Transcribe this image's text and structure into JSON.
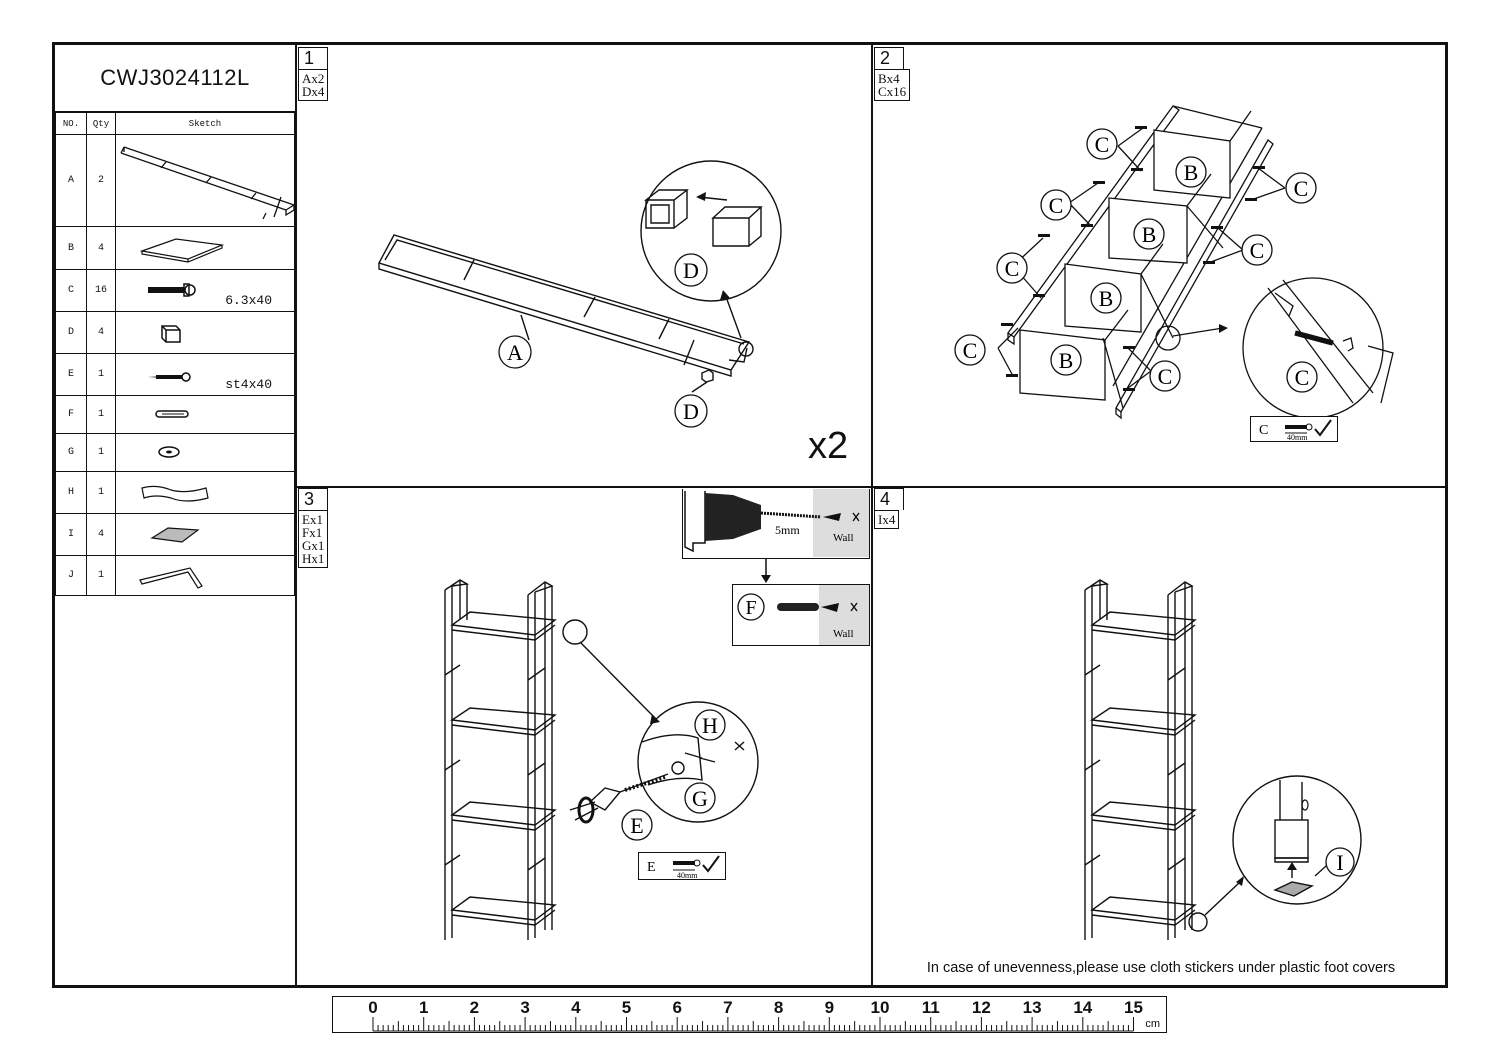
{
  "model": "CWJ3024112L",
  "parts_table": {
    "headers": [
      "NO.",
      "Qty",
      "Sketch"
    ],
    "rows": [
      {
        "no": "A",
        "qty": "2",
        "size": ""
      },
      {
        "no": "B",
        "qty": "4",
        "size": ""
      },
      {
        "no": "C",
        "qty": "16",
        "size": "6.3x40"
      },
      {
        "no": "D",
        "qty": "4",
        "size": ""
      },
      {
        "no": "E",
        "qty": "1",
        "size": "st4x40"
      },
      {
        "no": "F",
        "qty": "1",
        "size": ""
      },
      {
        "no": "G",
        "qty": "1",
        "size": ""
      },
      {
        "no": "H",
        "qty": "1",
        "size": ""
      },
      {
        "no": "I",
        "qty": "4",
        "size": ""
      },
      {
        "no": "J",
        "qty": "1",
        "size": ""
      }
    ]
  },
  "steps": [
    {
      "number": "1",
      "parts": [
        "Ax2",
        "Dx4"
      ],
      "multiplier": "x2"
    },
    {
      "number": "2",
      "parts": [
        "Bx4",
        "Cx16"
      ]
    },
    {
      "number": "3",
      "parts": [
        "Ex1",
        "Fx1",
        "Gx1",
        "Hx1"
      ]
    },
    {
      "number": "4",
      "parts": [
        "Ix4"
      ]
    }
  ],
  "labels": {
    "A": "A",
    "B": "B",
    "C": "C",
    "D": "D",
    "E": "E",
    "F": "F",
    "G": "G",
    "H": "H",
    "I": "I",
    "drill_size": "5mm",
    "wall": "Wall",
    "screw_length": "40mm"
  },
  "note": "In case of unevenness,please use cloth stickers under plastic foot covers",
  "ruler": {
    "numbers": [
      "0",
      "1",
      "2",
      "3",
      "4",
      "5",
      "6",
      "7",
      "8",
      "9",
      "10",
      "11",
      "12",
      "13",
      "14",
      "15"
    ],
    "unit": "cm"
  }
}
